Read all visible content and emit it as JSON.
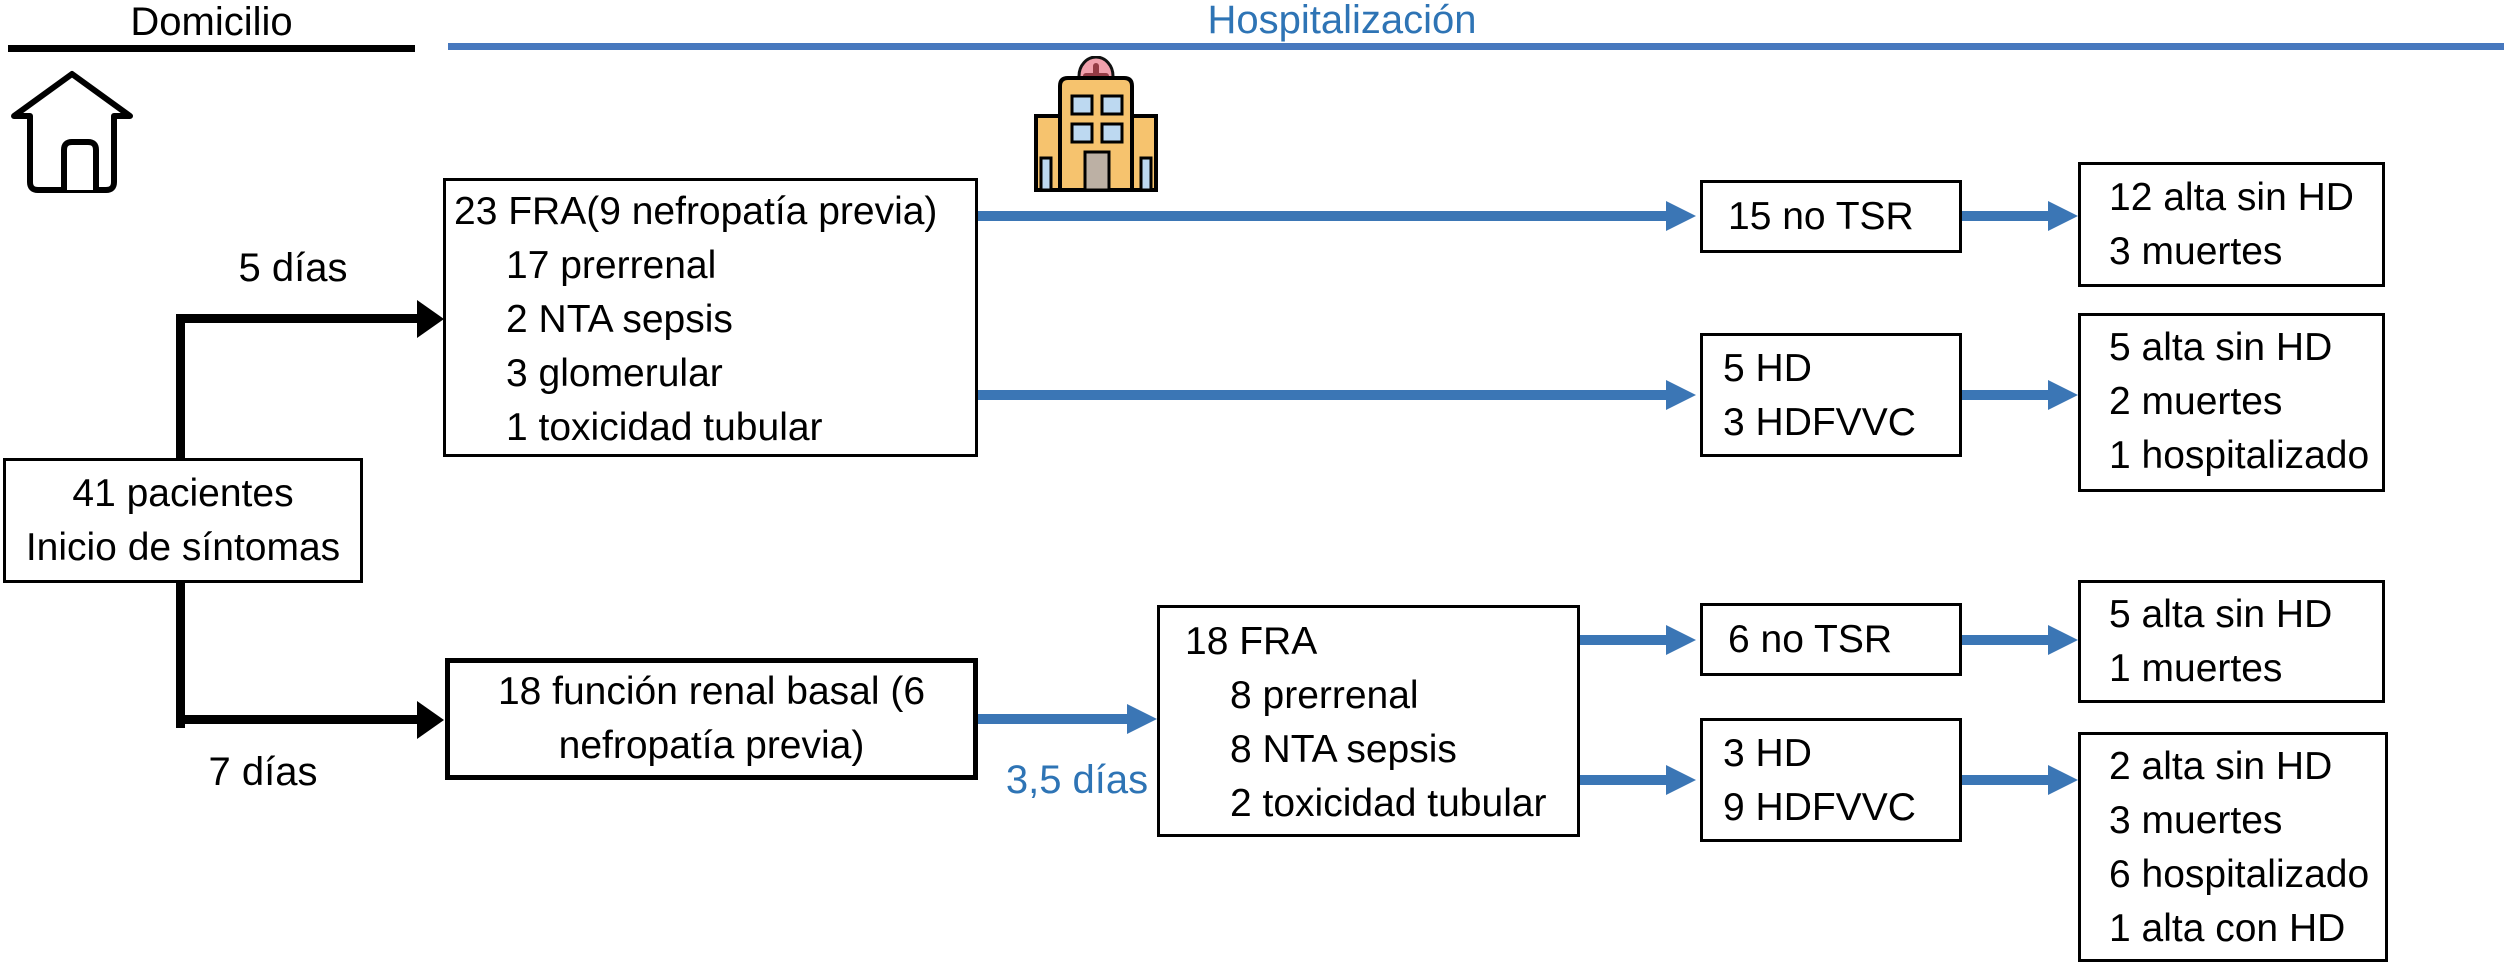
{
  "headers": {
    "left": "Domicilio",
    "right": "Hospitalización"
  },
  "labels": {
    "top_arrow": "5 días",
    "bottom_arrow": "7 días",
    "mid_arrow": "3,5 días"
  },
  "boxes": {
    "patients": {
      "lines": [
        "41 pacientes",
        "Inicio de síntomas"
      ]
    },
    "fra23": {
      "lines": [
        "23 FRA(9 nefropatía previa)",
        "17 prerrenal",
        "2 NTA sepsis",
        "3 glomerular",
        "1 toxicidad tubular"
      ]
    },
    "basal18": {
      "lines": [
        "18 función renal basal (6",
        "nefropatía previa)"
      ]
    },
    "fra18": {
      "lines": [
        "18 FRA",
        "8 prerrenal",
        "8 NTA sepsis",
        "2 toxicidad tubular"
      ]
    },
    "no_tsr_15": {
      "lines": [
        "15 no TSR"
      ]
    },
    "hd5": {
      "lines": [
        "5 HD",
        "3 HDFVVC"
      ]
    },
    "no_tsr_6": {
      "lines": [
        "6 no TSR"
      ]
    },
    "hd3": {
      "lines": [
        "3 HD",
        "9 HDFVVC"
      ]
    },
    "outcome_top1": {
      "lines": [
        "12 alta sin HD",
        "3 muertes"
      ]
    },
    "outcome_top2": {
      "lines": [
        "5 alta sin HD",
        "2 muertes",
        "1 hospitalizado"
      ]
    },
    "outcome_bottom1": {
      "lines": [
        "5 alta sin HD",
        "1 muertes"
      ]
    },
    "outcome_bottom2": {
      "lines": [
        "2 alta sin HD",
        "3 muertes",
        "6 hospitalizado",
        "1 alta con HD"
      ]
    }
  },
  "icons": {
    "home": "home-icon",
    "hospital": "hospital-icon"
  },
  "colors": {
    "blue_text": "#2E74B5",
    "blue_rule": "#4778BE",
    "blue_arrow": "#3B76B5",
    "black": "#000000",
    "hospital_body": "#F6C36E",
    "hospital_window": "#BDD9F1",
    "hospital_door": "#BCB0A4",
    "hospital_cross_circle": "#F1A0AC",
    "hospital_cross": "#943B44"
  }
}
